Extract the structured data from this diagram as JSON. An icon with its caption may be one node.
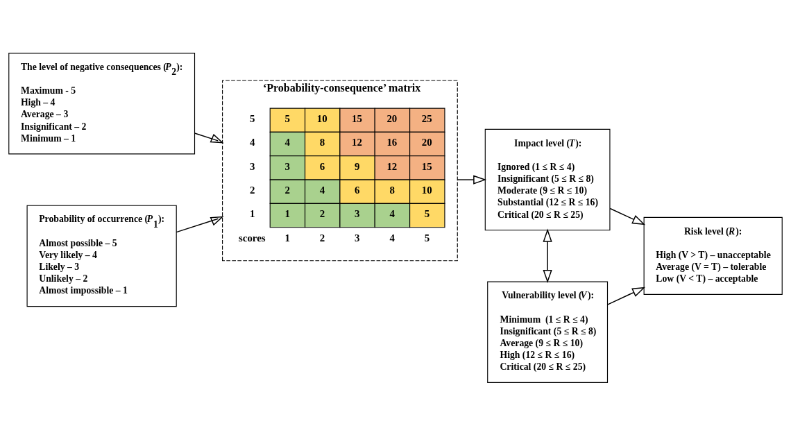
{
  "diagram": {
    "nodes": [
      {
        "text": [
          "The level of negative consequences (*P*$_{2}$):",
          "Maximum - 5",
          "High – 4",
          "Average – 3",
          "Insignificant – 2",
          "Minimum – 1"
        ]
      },
      {
        "text": [
          "Probability of occurrence (*P*$_{1}$):",
          "Almost possible – 5",
          "Very likely – 4",
          "Likely – 3",
          "Unlikely – 2",
          "Almost impossible – 1"
        ]
      },
      {
        "text": [
          "‘Probability-consequence’ matrix"
        ]
      },
      {
        "text": [
          "Impact level (*T*):",
          "Ignored (1 ≤ R ≤ 4)",
          "Insignificant (5 ≤ R ≤ 8)",
          "Moderate (9 ≤ R ≤ 10)",
          "Substantial (12 ≤ R ≤ 16)",
          "Critical (20 ≤ R ≤ 25)"
        ]
      },
      {
        "text": [
          "Vulnerability level (*V*):",
          "Minimum  (1 ≤ R ≤ 4)",
          "Insignificant (5 ≤ R ≤ 8)",
          "Average (9 ≤ R ≤ 10)",
          "High (12 ≤ R ≤ 16)",
          "Critical (20 ≤ R ≤ 25)"
        ]
      },
      {
        "text": [
          "Risk level (*R*):",
          "High (V > T) – unacceptable",
          "Average (V = T) – tolerable",
          "Low (V < T) – acceptable"
        ]
      }
    ],
    "edges": [
      {
        "from": 0,
        "to": 2,
        "arrow": "to"
      },
      {
        "from": 1,
        "to": 2,
        "arrow": "to"
      },
      {
        "from": 2,
        "to": 3,
        "arrow": "to"
      },
      {
        "from": 3,
        "to": 4,
        "arrow": "both"
      },
      {
        "from": 3,
        "to": 5,
        "arrow": "to"
      },
      {
        "from": 4,
        "to": 5,
        "arrow": "to"
      }
    ],
    "labels": [
      "5",
      "5",
      "10",
      "15",
      "20",
      "25",
      "4",
      "4",
      "8",
      "12",
      "16",
      "20",
      "3",
      "3",
      "6",
      "9",
      "12",
      "15",
      "2",
      "2",
      "4",
      "6",
      "8",
      "10",
      "1",
      "1",
      "2",
      "3",
      "4",
      "5",
      "scores",
      "1",
      "2",
      "3",
      "4",
      "5"
    ]
  }
}
